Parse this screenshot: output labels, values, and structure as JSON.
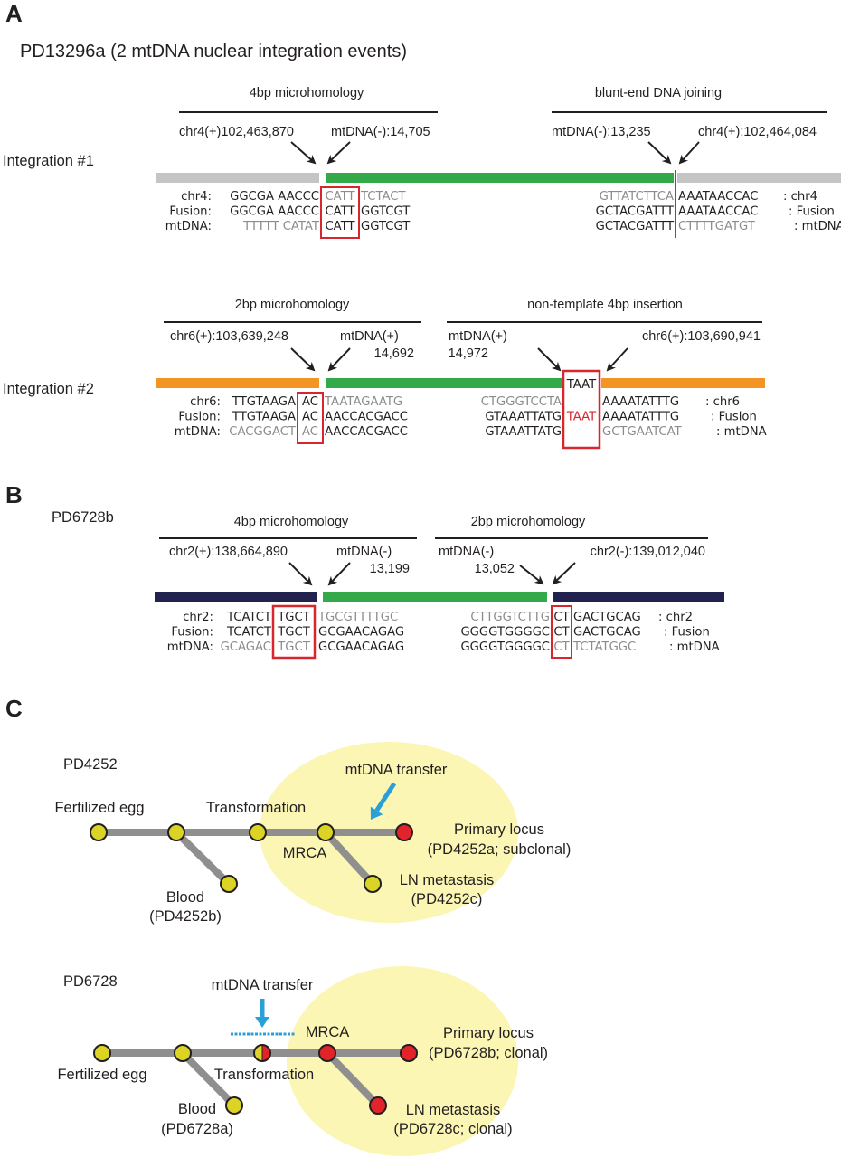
{
  "colors": {
    "chr4_bar": "#c5c5c5",
    "mtdna_bar": "#33a949",
    "chr6_bar": "#f29525",
    "chr2_bar": "#22224f",
    "box_red": "#d7262e",
    "clone_ellipse": "#fbf6b4",
    "node_yellow": "#dcd424",
    "node_red": "#e2232a",
    "edge_gray": "#8f8f8f",
    "transfer_arrow": "#2a9fd8"
  },
  "panelA": {
    "letter": "A",
    "title": "PD13296a (2 mtDNA nuclear integration events)",
    "integration1": {
      "label": "Integration #1",
      "left": {
        "header": "4bp microhomology",
        "coord_left": "chr4(+)102,463,870",
        "coord_right": "mtDNA(-):14,705",
        "rows": [
          {
            "name": "chr4:",
            "a": "GGCGA AACCC",
            "a_gray": false,
            "box": "CATT",
            "box_gray": true,
            "b": "TCTACT",
            "b_gray": true
          },
          {
            "name": "Fusion:",
            "a": "GGCGA AACCC",
            "a_gray": false,
            "box": "CATT",
            "box_gray": false,
            "b": "GGTCGT",
            "b_gray": false
          },
          {
            "name": "mtDNA:",
            "a": "TTTTT CATAT",
            "a_gray": true,
            "box": "CATT",
            "box_gray": false,
            "b": "GGTCGT",
            "b_gray": false
          }
        ]
      },
      "right": {
        "header": "blunt-end DNA joining",
        "coord_left": "mtDNA(-):13,235",
        "coord_right": "chr4(+):102,464,084",
        "rows": [
          {
            "a": "GTTATCTTCA",
            "a_gray": true,
            "b": "AAATAACCAC",
            "b_gray": false,
            "name": ": chr4"
          },
          {
            "a": "GCTACGATTT",
            "a_gray": false,
            "b": "AAATAACCAC",
            "b_gray": false,
            "name": ": Fusion"
          },
          {
            "a": "GCTACGATTT",
            "a_gray": false,
            "b": "CTTTTGATGT",
            "b_gray": true,
            "name": ": mtDNA"
          }
        ]
      }
    },
    "integration2": {
      "label": "Integration #2",
      "left": {
        "header": "2bp microhomology",
        "coord_left": "chr6(+):103,639,248",
        "coord_right_line1": "mtDNA(+)",
        "coord_right_line2": "14,692",
        "rows": [
          {
            "name": "chr6:",
            "a": "TTGTAAGA",
            "a_gray": false,
            "box": "AC",
            "box_gray": false,
            "b": "TAATAGAATG",
            "b_gray": true
          },
          {
            "name": "Fusion:",
            "a": "TTGTAAGA",
            "a_gray": false,
            "box": "AC",
            "box_gray": false,
            "b": "AACCACGACC",
            "b_gray": false
          },
          {
            "name": "mtDNA:",
            "a": "CACGGACT",
            "a_gray": true,
            "box": "AC",
            "box_gray": true,
            "b": "AACCACGACC",
            "b_gray": false
          }
        ]
      },
      "right": {
        "header": "non-template 4bp insertion",
        "coord_left_line1": "mtDNA(+)",
        "coord_left_line2": "14,972",
        "coord_right": "chr6(+):103,690,941",
        "insert_label": "TAAT",
        "rows": [
          {
            "a": "CTGGGTCCTA",
            "a_gray": true,
            "box": "",
            "b": "AAAATATTTG",
            "b_gray": false,
            "name": ": chr6"
          },
          {
            "a": "GTAAATTATG",
            "a_gray": false,
            "box": "TAAT",
            "b": "AAAATATTTG",
            "b_gray": false,
            "name": ": Fusion"
          },
          {
            "a": "GTAAATTATG",
            "a_gray": false,
            "box": "",
            "b": "GCTGAATCAT",
            "b_gray": true,
            "name": ": mtDNA"
          }
        ]
      }
    }
  },
  "panelB": {
    "letter": "B",
    "title": "PD6728b",
    "left": {
      "header": "4bp microhomology",
      "coord_left": "chr2(+):138,664,890",
      "coord_right_line1": "mtDNA(-)",
      "coord_right_line2": "13,199",
      "rows": [
        {
          "name": "chr2:",
          "a": "TCATCT",
          "a_gray": false,
          "box": "TGCT",
          "box_gray": false,
          "b": "TGCGTTTTGC",
          "b_gray": true
        },
        {
          "name": "Fusion:",
          "a": "TCATCT",
          "a_gray": false,
          "box": "TGCT",
          "box_gray": false,
          "b": "GCGAACAGAG",
          "b_gray": false
        },
        {
          "name": "mtDNA:",
          "a": "GCAGAC",
          "a_gray": true,
          "box": "TGCT",
          "box_gray": true,
          "b": "GCGAACAGAG",
          "b_gray": false
        }
      ]
    },
    "right": {
      "header": "2bp microhomology",
      "coord_left_line1": "mtDNA(-)",
      "coord_left_line2": "13,052",
      "coord_right": "chr2(-):139,012,040",
      "rows": [
        {
          "a": "CTTGGTCTTG",
          "a_gray": true,
          "box": "CT",
          "box_gray": false,
          "b": "GACTGCAG",
          "b_gray": false,
          "name": ": chr2"
        },
        {
          "a": "GGGGTGGGGC",
          "a_gray": false,
          "box": "CT",
          "box_gray": false,
          "b": "GACTGCAG",
          "b_gray": false,
          "name": ": Fusion"
        },
        {
          "a": "GGGGTGGGGC",
          "a_gray": false,
          "box": "CT",
          "box_gray": true,
          "b": "TCTATGGC",
          "b_gray": true,
          "name": ": mtDNA"
        }
      ]
    }
  },
  "panelC": {
    "letter": "C",
    "trees": [
      {
        "title": "PD4252",
        "transfer_label": "mtDNA transfer",
        "nodes": [
          {
            "id": "egg",
            "label": "Fertilized egg",
            "color": "yellow"
          },
          {
            "id": "n2",
            "label": "",
            "color": "yellow"
          },
          {
            "id": "transformation",
            "label": "Transformation",
            "color": "yellow"
          },
          {
            "id": "mrca",
            "label": "MRCA",
            "color": "yellow"
          },
          {
            "id": "primary",
            "label": "Primary locus",
            "sublabel": "(PD4252a; subclonal)",
            "color": "red"
          },
          {
            "id": "blood",
            "label": "Blood",
            "sublabel": "(PD4252b)",
            "color": "yellow"
          },
          {
            "id": "ln",
            "label": "LN metastasis",
            "sublabel": "(PD4252c)",
            "color": "yellow"
          }
        ]
      },
      {
        "title": "PD6728",
        "transfer_label": "mtDNA transfer",
        "nodes": [
          {
            "id": "egg",
            "label": "Fertilized egg",
            "color": "yellow"
          },
          {
            "id": "n2",
            "label": "",
            "color": "yellow"
          },
          {
            "id": "transformation",
            "label": "Transformation",
            "color": "half"
          },
          {
            "id": "mrca",
            "label": "MRCA",
            "color": "red"
          },
          {
            "id": "primary",
            "label": "Primary locus",
            "sublabel": "(PD6728b; clonal)",
            "color": "red"
          },
          {
            "id": "blood",
            "label": "Blood",
            "sublabel": "(PD6728a)",
            "color": "yellow"
          },
          {
            "id": "ln",
            "label": "LN metastasis",
            "sublabel": "(PD6728c; clonal)",
            "color": "red"
          }
        ]
      }
    ]
  }
}
